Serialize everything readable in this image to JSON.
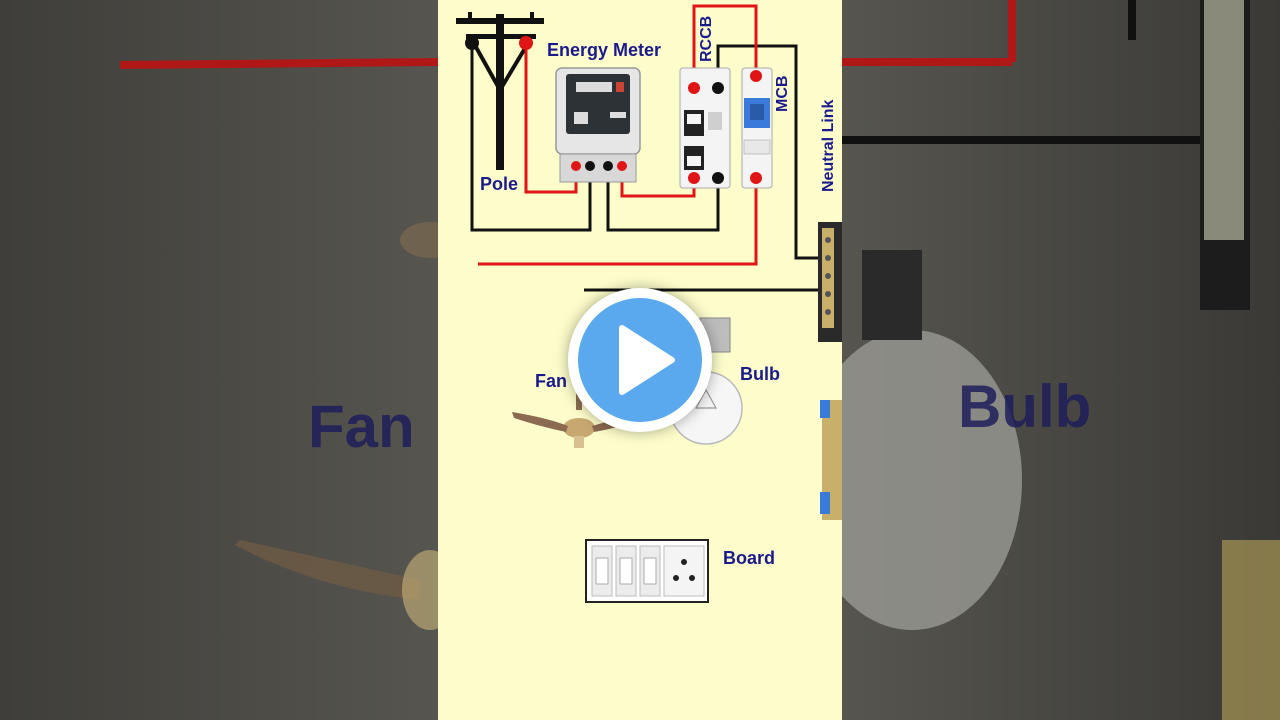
{
  "labels": {
    "energy_meter": "Energy Meter",
    "rccb": "RCCB",
    "mcb": "MCB",
    "neutral_link": "Neutral Link",
    "pole": "Pole",
    "fan": "Fan",
    "bulb": "Bulb",
    "board": "Board"
  },
  "background": {
    "fan": "Fan",
    "bulb": "Bulb"
  },
  "colors": {
    "phase_wire": "#e01515",
    "neutral_wire": "#111111",
    "label_text": "#1a1a8c",
    "panel_bg": "#fdfdcb",
    "play_button": "#5aa9ee"
  },
  "play_button": {
    "icon": "play-icon"
  }
}
